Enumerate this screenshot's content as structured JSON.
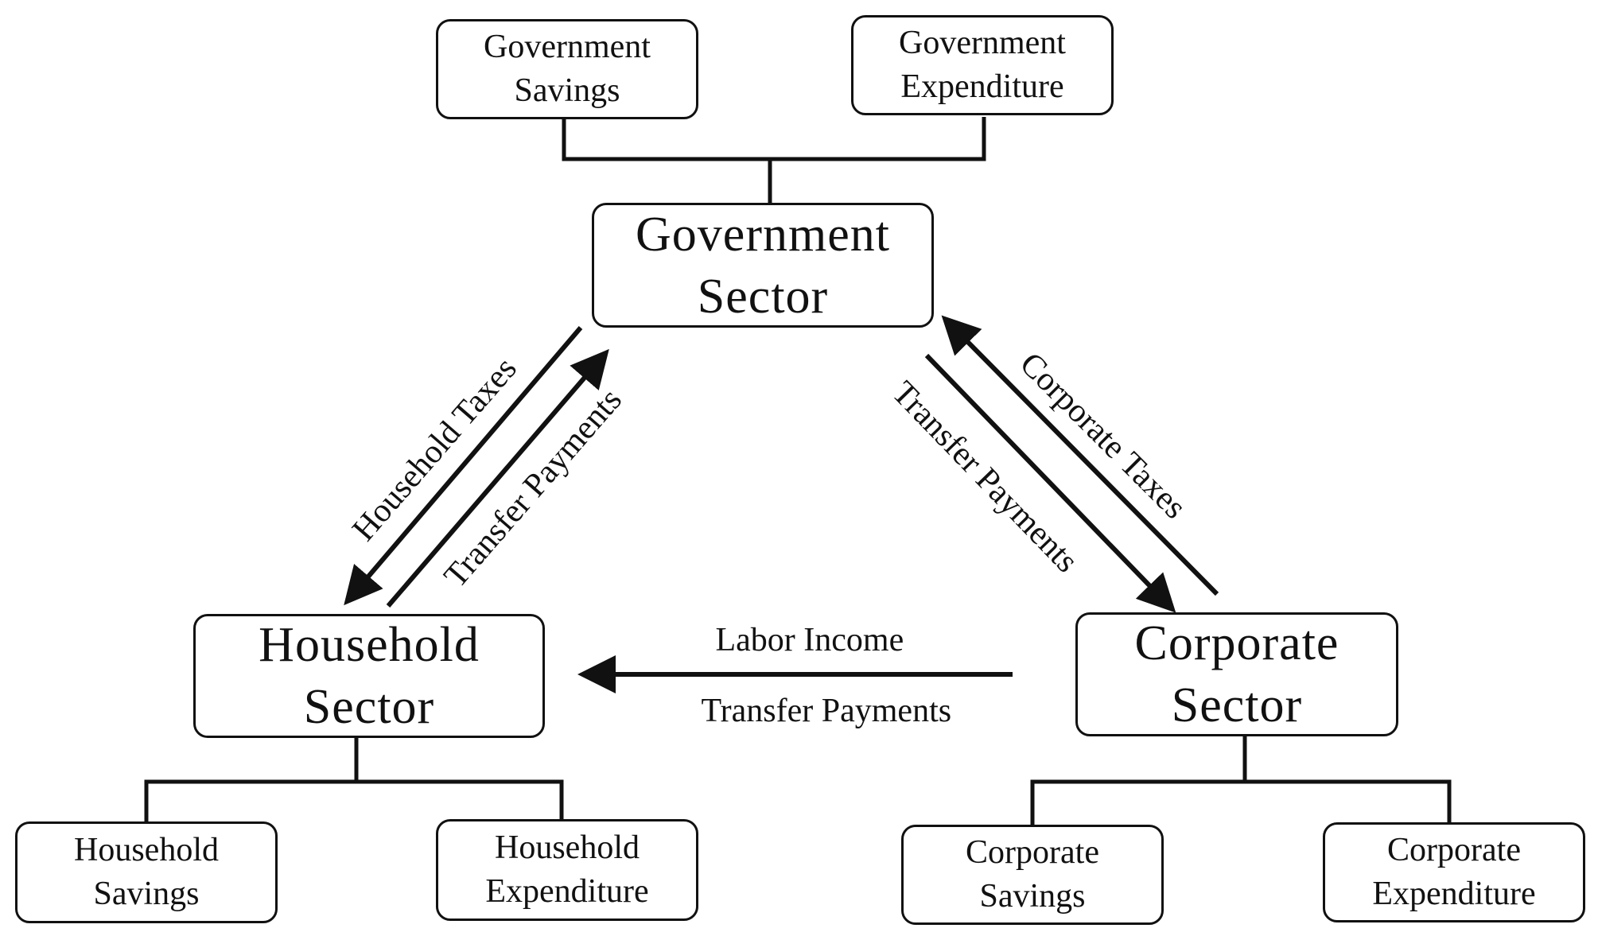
{
  "diagram": {
    "government_savings": {
      "line1": "Government",
      "line2": "Savings"
    },
    "government_expenditure": {
      "line1": "Government",
      "line2": "Expenditure"
    },
    "government_sector": {
      "line1": "Government",
      "line2": "Sector"
    },
    "household_sector": {
      "line1": "Household",
      "line2": "Sector"
    },
    "corporate_sector": {
      "line1": "Corporate",
      "line2": "Sector"
    },
    "household_savings": {
      "line1": "Household",
      "line2": "Savings"
    },
    "household_expenditure": {
      "line1": "Household",
      "line2": "Expenditure"
    },
    "corporate_savings": {
      "line1": "Corporate",
      "line2": "Savings"
    },
    "corporate_expenditure": {
      "line1": "Corporate",
      "line2": "Expenditure"
    },
    "flows": {
      "household_taxes": "Household Taxes",
      "transfer_payments_to_household": "Transfer Payments",
      "transfer_payments_to_corporate": "Transfer Payments",
      "corporate_taxes": "Corporate Taxes",
      "labor_income": "Labor Income",
      "transfer_payments_corp_to_household": "Transfer Payments"
    },
    "colors": {
      "stroke": "#111111",
      "background": "#ffffff"
    }
  }
}
